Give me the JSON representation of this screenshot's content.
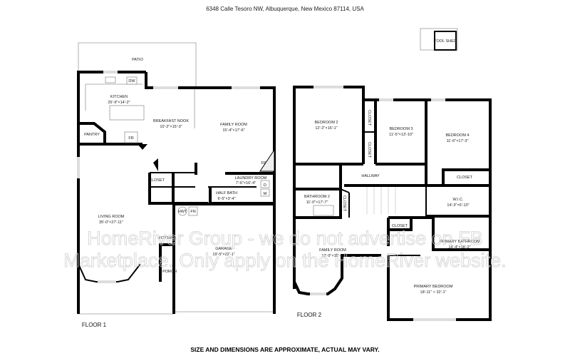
{
  "header": {
    "address": "6348 Calle Tesoro NW, Albuquerque, New Mexico 87114, USA"
  },
  "footer": {
    "disclaimer": "SIZE AND DIMENSIONS ARE APPROXIMATE, ACTUAL MAY VARY."
  },
  "watermark": {
    "line1": "HomeRiver Group - we do not advertise on FB",
    "line2": "Marketplace. Only apply on the HomeRiver website."
  },
  "outbuilding": {
    "label": "TOOL SHED"
  },
  "floor1": {
    "title": "FLOOR 1",
    "rooms": {
      "patio": {
        "name": "PATIO"
      },
      "kitchen": {
        "name": "KITCHEN",
        "dims": "25'-9\"×14'-2\""
      },
      "breakfast_nook": {
        "name": "BREAKFAST NOOK",
        "dims": "10'-2\"×15'-3\""
      },
      "family_room": {
        "name": "FAMILY ROOM",
        "dims": "15'-4\"×17'-6\""
      },
      "pantry": {
        "name": "PANTRY"
      },
      "closet": {
        "name": "CLOSET"
      },
      "laundry": {
        "name": "LAUNDRY ROOM",
        "dims": "7'-6\"×16'-4\""
      },
      "half_bath": {
        "name": "HALF BATH",
        "dims": "6'-5\"×3'-4\""
      },
      "living_room": {
        "name": "LIVING ROOM",
        "dims": "35'-0\"×27'-11\""
      },
      "foyer": {
        "name": "FOYER"
      },
      "garage": {
        "name": "GARAGE",
        "dims": "19'-5\"×22'-1\""
      },
      "porch": {
        "name": "PORCH"
      }
    },
    "fixtures": {
      "dw": "DW",
      "fr": "FR",
      "hwt": "HWT",
      "fn": "FN",
      "d": "D",
      "w": "W",
      "fp": "FP"
    }
  },
  "floor2": {
    "title": "FLOOR 2",
    "rooms": {
      "bedroom2": {
        "name": "BEDROOM 2",
        "dims": "12'-2\"×16'-1\""
      },
      "bedroom3": {
        "name": "BEDROOM 3",
        "dims": "11'-5\"×13'-10\""
      },
      "bedroom4": {
        "name": "BEDROOM 4",
        "dims": "11'-6\"×17'-3\""
      },
      "closet": "CLOSET",
      "hallway": {
        "name": "HALLWAY"
      },
      "bathroom2": {
        "name": "BATHROOM 2",
        "dims": "11'-0\"×17'-7\""
      },
      "wic": {
        "name": "W.I.C.",
        "dims": "14'-3\"×6'-10\""
      },
      "primary_bath": {
        "name": "PRIMARY BATHROOM",
        "dims": "14'-4\"×18'-2\""
      },
      "family_room": {
        "name": "FAMILY ROOM",
        "dims": "12'-9\"×15'-1\""
      },
      "primary_bedroom": {
        "name": "PRIMARY BEDROOM",
        "dims": "18'-11\" × 32'-1\""
      }
    }
  }
}
